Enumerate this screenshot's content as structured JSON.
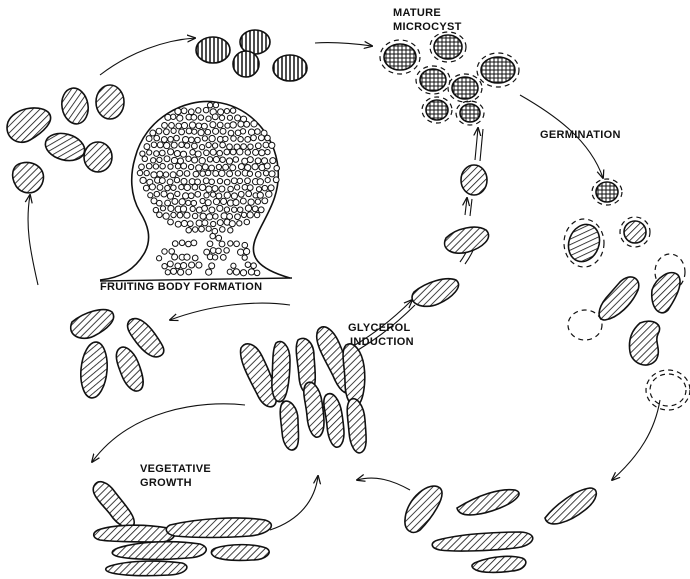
{
  "labels": {
    "mature_line1": "MATURE",
    "mature_line2": "MICROCYST",
    "germination": "GERMINATION",
    "fruiting": "FRUITING BODY FORMATION",
    "glycerol_line1": "GLYCEROL",
    "glycerol_line2": "INDUCTION",
    "vegetative_line1": "VEGETATIVE",
    "vegetative_line2": "GROWTH"
  },
  "colors": {
    "ink": "#111111",
    "paper": "#ffffff"
  }
}
